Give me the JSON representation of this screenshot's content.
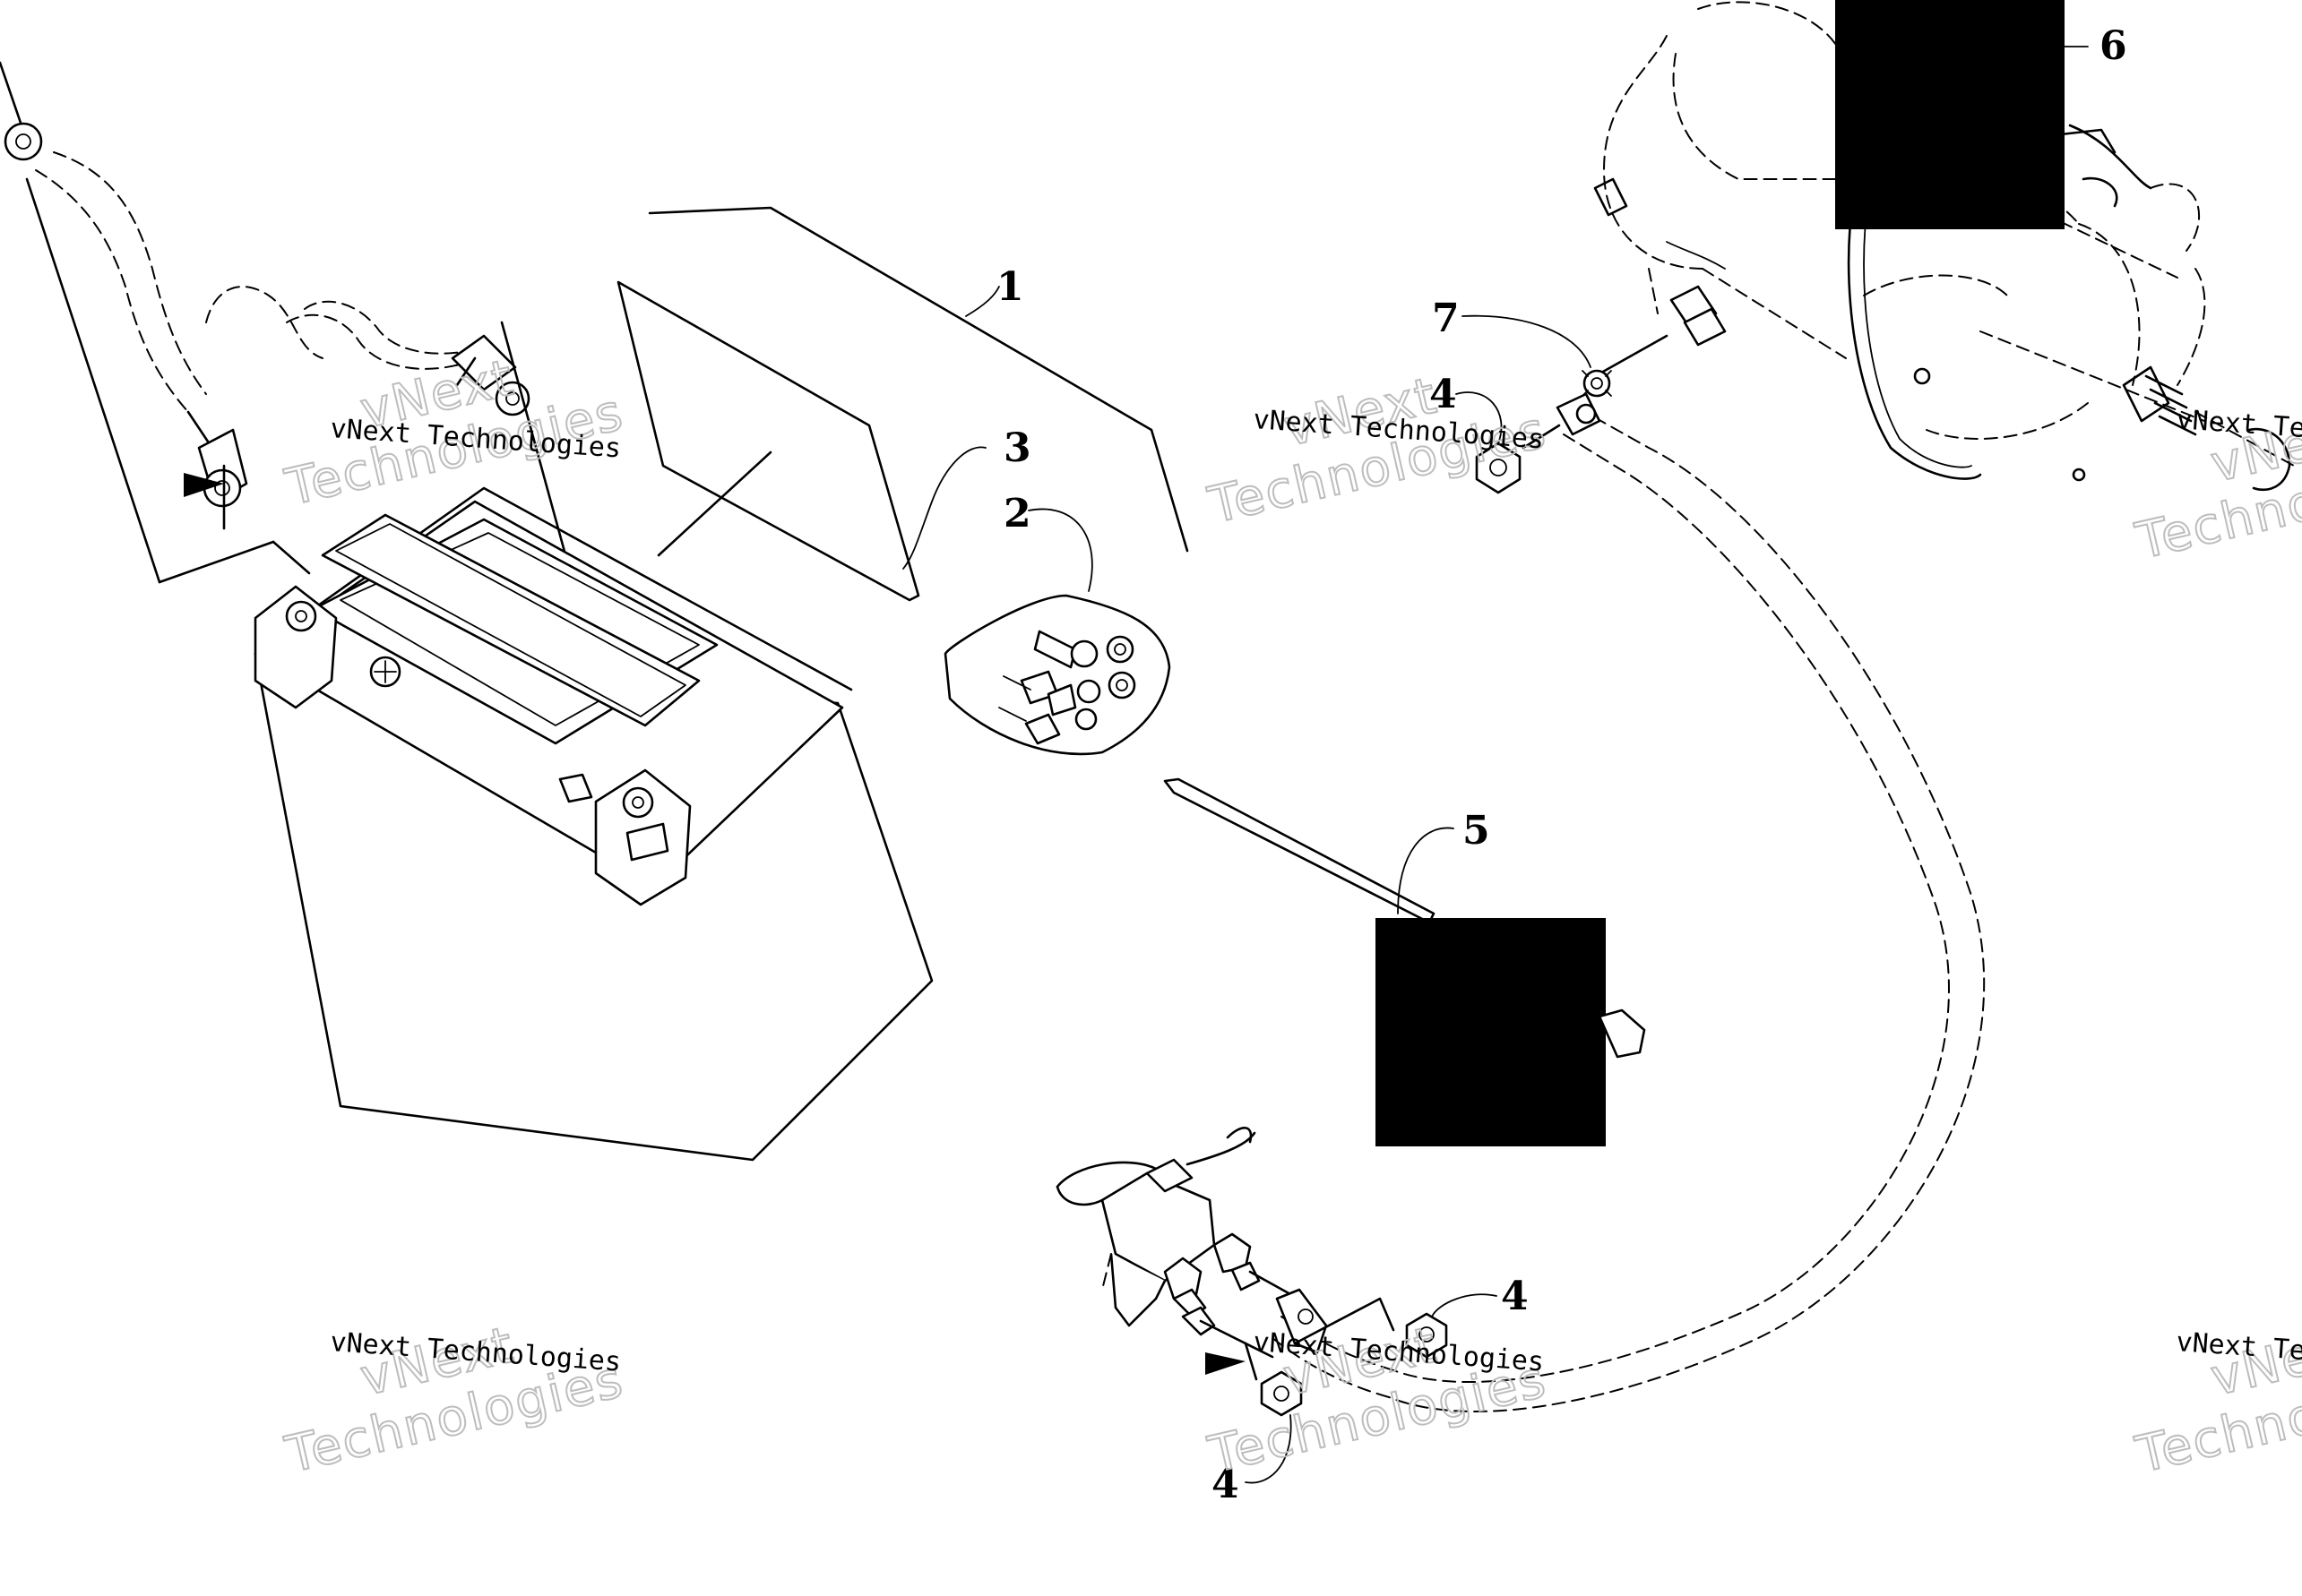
{
  "diagram": {
    "callouts": [
      {
        "id": "1",
        "label": "1"
      },
      {
        "id": "2",
        "label": "2"
      },
      {
        "id": "3",
        "label": "3"
      },
      {
        "id": "4a",
        "label": "4"
      },
      {
        "id": "4b",
        "label": "4"
      },
      {
        "id": "4c",
        "label": "4"
      },
      {
        "id": "5",
        "label": "5"
      },
      {
        "id": "6",
        "label": "6"
      },
      {
        "id": "7",
        "label": "7"
      }
    ],
    "watermark": {
      "line1": "vNext",
      "line2": "Technologies",
      "caption": "vNext Technologies"
    },
    "colors": {
      "ink": "#000000",
      "paper": "#ffffff",
      "watermark_outline": "#bdbdbd",
      "redaction": "#000000"
    }
  }
}
